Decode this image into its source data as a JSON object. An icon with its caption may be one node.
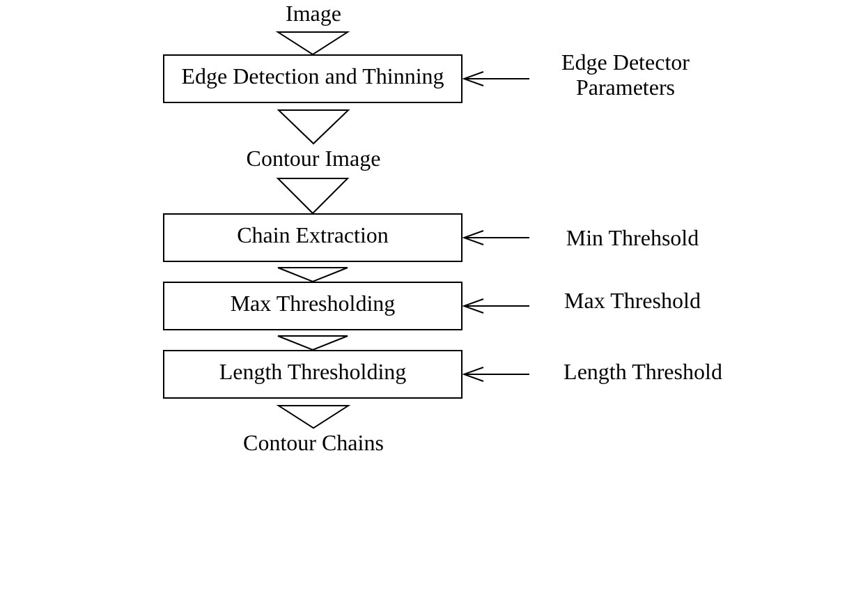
{
  "diagram": {
    "nodes": [
      {
        "text": [
          "Image"
        ]
      },
      {
        "text": [
          "Edge Detection and Thinning"
        ]
      },
      {
        "text": [
          "Contour Image"
        ]
      },
      {
        "text": [
          "Chain Extraction"
        ]
      },
      {
        "text": [
          "Max Thresholding"
        ]
      },
      {
        "text": [
          "Length Thresholding"
        ]
      },
      {
        "text": [
          "Contour Chains"
        ]
      },
      {
        "text": [
          "Edge Detector Parameters"
        ]
      },
      {
        "text": [
          "Min Threhsold"
        ]
      },
      {
        "text": [
          "Max Threshold"
        ]
      },
      {
        "text": [
          "Length Threshold"
        ]
      }
    ],
    "edges": [
      {
        "from": 0,
        "to": 1,
        "arrow": "to"
      },
      {
        "from": 1,
        "to": 2,
        "arrow": "to"
      },
      {
        "from": 2,
        "to": 3,
        "arrow": "to"
      },
      {
        "from": 3,
        "to": 4,
        "arrow": "to"
      },
      {
        "from": 4,
        "to": 5,
        "arrow": "to"
      },
      {
        "from": 5,
        "to": 6,
        "arrow": "to"
      },
      {
        "from": 7,
        "to": 1,
        "arrow": "to"
      },
      {
        "from": 8,
        "to": 3,
        "arrow": "to"
      },
      {
        "from": 9,
        "to": 4,
        "arrow": "to"
      },
      {
        "from": 10,
        "to": 5,
        "arrow": "to"
      }
    ]
  }
}
